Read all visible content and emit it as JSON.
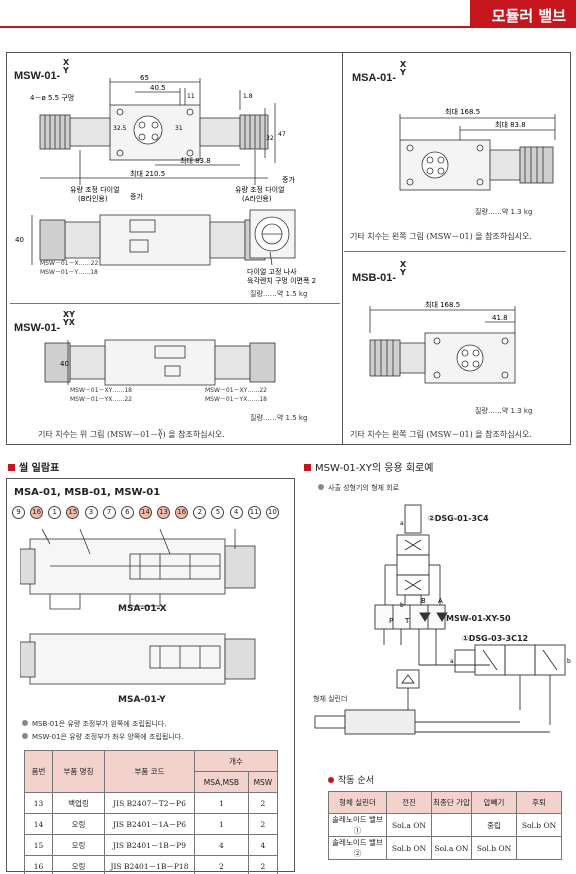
{
  "header": {
    "title": "모듈러 밸브",
    "accent": "#c4161c"
  },
  "msw01": {
    "model": "MSW-01-",
    "sub_top": "X",
    "sub_bottom": "Y",
    "dims": {
      "d65": "65",
      "d405": "40.5",
      "d11": "11",
      "d18": "1.8",
      "hole": "4－ø 5.5 구멍",
      "d325": "32.5",
      "d31": "31",
      "d47": "47",
      "d32": "32",
      "d40": "40",
      "max838": "최대 83.8",
      "max2105": "최대 210.5"
    },
    "labels": {
      "dial_b": "유량 조정 다이얼",
      "dial_b2": "(B라인용)",
      "up_left": "증가",
      "up_right": "증가",
      "dial_a": "유량 조정 다이얼",
      "dial_a2": "(A라인용)",
      "lock": "다이얼 고정 나사",
      "lock2": "육각렌치 구멍 이면폭 2"
    },
    "dims_list": [
      "MSW－01－X……22",
      "MSW－01－Y……18"
    ],
    "weight": "질량……약 1.5 kg"
  },
  "msw01xy": {
    "model": "MSW-01-",
    "sub_top": "XY",
    "sub_bottom": "YX",
    "d40": "40",
    "list_left": [
      "MSW－01－XY……18",
      "MSW－01－YX……22"
    ],
    "list_right": [
      "MSW－01－XY……22",
      "MSW－01－YX……18"
    ],
    "weight": "질량……약 1.5 kg",
    "note_prefix": "기타 치수는 위 그림 (MSW－01－",
    "note_sub_top": "X",
    "note_sub_bottom": "Y",
    "note_suffix": ") 을 참조하십시오."
  },
  "msa01": {
    "model": "MSA-01-",
    "sub_top": "X",
    "sub_bottom": "Y",
    "max1685": "최대 168.5",
    "max838": "최대 83.8",
    "weight": "질량……약 1.3 kg",
    "note": "기타 치수는 왼쪽 그림 (MSW－01) 을 참조하십시오."
  },
  "msb01": {
    "model": "MSB-01-",
    "sub_top": "X",
    "sub_bottom": "Y",
    "max1685": "최대 168.5",
    "d418": "41.8",
    "weight": "질량……약 1.3 kg",
    "note": "기타 치수는 왼쪽 그림 (MSW－01) 을 참조하십시오."
  },
  "seal": {
    "title": "씰 일람표",
    "subtitle": "MSA-01, MSB-01, MSW-01",
    "balloons": [
      "9",
      "16",
      "1",
      "15",
      "3",
      "7",
      "6",
      "14",
      "13",
      "16",
      "2",
      "5",
      "4",
      "11",
      "10"
    ],
    "highlight": [
      false,
      true,
      false,
      true,
      false,
      false,
      false,
      true,
      true,
      true,
      false,
      false,
      false,
      false,
      false
    ],
    "fig1": "MSA-01-X",
    "fig2": "MSA-01-Y",
    "notes": [
      "MSB-01은 유량 조정부가 왼쪽에 조립됩니다.",
      "MSW-01은 유량 조정부가 좌우 양쪽에 조립됩니다."
    ],
    "table": {
      "h_no": "품번",
      "h_name": "부품 명칭",
      "h_code": "부품 코드",
      "h_qty": "개수",
      "h_msa": "MSA,MSB",
      "h_msw": "MSW",
      "rows": [
        {
          "no": "13",
          "name": "백업링",
          "code": "JIS B2407－T2－P6",
          "msa": "1",
          "msw": "2"
        },
        {
          "no": "14",
          "name": "오링",
          "code": "JIS B2401－1A－P6",
          "msa": "1",
          "msw": "2"
        },
        {
          "no": "15",
          "name": "오링",
          "code": "JIS B2401－1B－P9",
          "msa": "4",
          "msw": "4"
        },
        {
          "no": "16",
          "name": "오링",
          "code": "JIS B2401－1B－P18",
          "msa": "2",
          "msw": "2"
        }
      ]
    }
  },
  "circuit": {
    "title": "MSW-01-XY의 응용 회로예",
    "subtitle": "사출 성형기의 형체 회로",
    "valve2": "②DSG-01-3C4",
    "mod": "MSW-01-XY-50",
    "valve1": "①DSG-03-3C12",
    "cyl": "형체 실린더",
    "ports": [
      "P",
      "T",
      "B",
      "A"
    ],
    "ab": [
      "a",
      "b",
      "a",
      "b"
    ]
  },
  "sequence": {
    "title": "작동 순서",
    "headers": [
      "형체 실린더",
      "전진",
      "최종단 가압",
      "압빼기",
      "후퇴"
    ],
    "rows": [
      {
        "label": "솔레노이드 밸브①",
        "c1": "Sol.a ON",
        "c2": "",
        "c3": "중립",
        "c4": "Sol.b ON"
      },
      {
        "label": "솔레노이드 밸브②",
        "c1": "Sol.b ON",
        "c2": "Sol.a ON",
        "c3": "Sol.b ON",
        "c4": ""
      }
    ]
  }
}
